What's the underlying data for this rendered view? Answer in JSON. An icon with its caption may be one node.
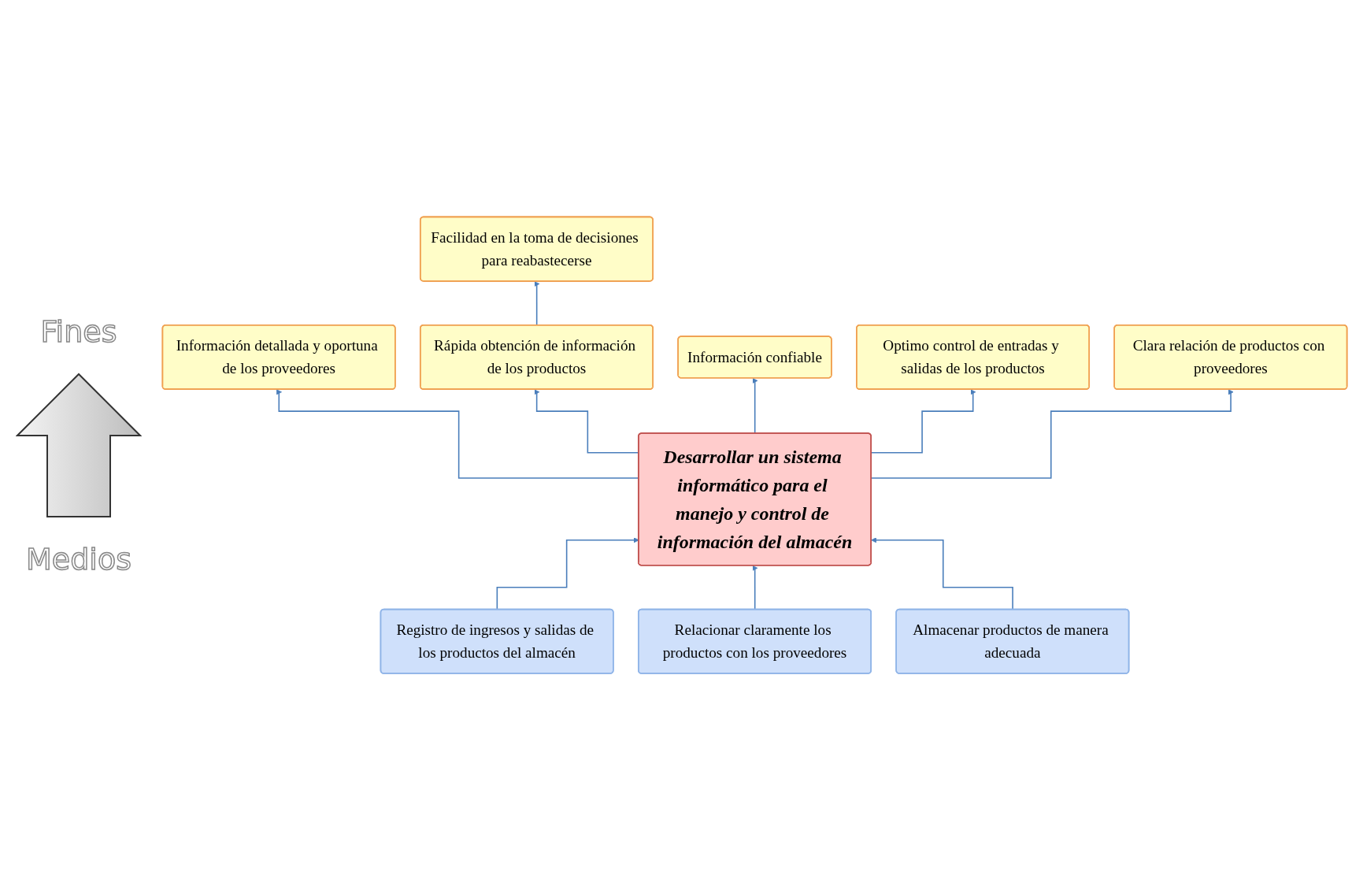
{
  "diagram": {
    "nodes": [
      {
        "text": [
          "Facilidad en la toma de decisiones para reabastecerse"
        ]
      },
      {
        "text": [
          "Información detallada y oportuna de los proveedores"
        ]
      },
      {
        "text": [
          "Rápida obtención de información de los productos"
        ]
      },
      {
        "text": [
          "Información confiable"
        ]
      },
      {
        "text": [
          "Optimo control de entradas y salidas de los productos"
        ]
      },
      {
        "text": [
          "Clara relación de productos con proveedores"
        ]
      },
      {
        "text": [
          "Desarrollar un sistema informático para el manejo y control de información del almacén"
        ]
      },
      {
        "text": [
          "Registro de ingresos y salidas de los productos del almacén"
        ]
      },
      {
        "text": [
          "Relacionar claramente los productos con los proveedores"
        ]
      },
      {
        "text": [
          "Almacenar productos de manera adecuada"
        ]
      }
    ],
    "edges": [
      {
        "from": 2,
        "to": 0,
        "arrow": "to"
      },
      {
        "from": 6,
        "to": 2,
        "arrow": "to"
      },
      {
        "from": 6,
        "to": 3,
        "arrow": "to"
      },
      {
        "from": 6,
        "to": 4,
        "arrow": "to"
      },
      {
        "from": 6,
        "to": 5,
        "arrow": "to"
      },
      {
        "from": 6,
        "to": 1,
        "arrow": "to"
      },
      {
        "from": 7,
        "to": 6,
        "arrow": "to"
      },
      {
        "from": 8,
        "to": 6,
        "arrow": "to"
      },
      {
        "from": 9,
        "to": 6,
        "arrow": "to"
      }
    ],
    "labels": [
      "Fines",
      "Medios"
    ]
  }
}
